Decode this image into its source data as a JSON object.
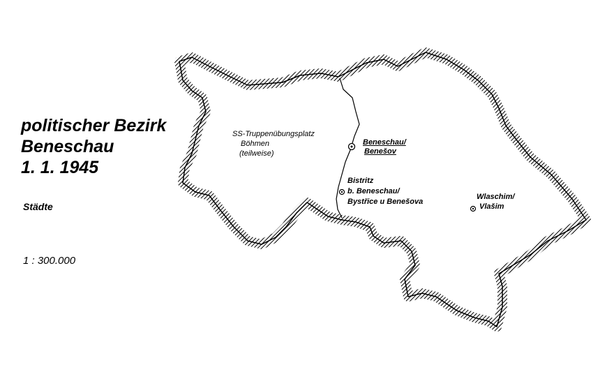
{
  "title": {
    "line1": "politischer Bezirk",
    "line2": "Beneschau",
    "line3": "1. 1. 1945"
  },
  "legend": {
    "label": "Städte"
  },
  "scale": "1 : 300.000",
  "areas": {
    "ss_training": {
      "line1": "SS-Truppenübungsplatz",
      "line2": "Böhmen",
      "line3": "(teilweise)"
    }
  },
  "cities": {
    "beneschau": {
      "line1": "Beneschau/",
      "line2": "Benešov",
      "is_seat": true
    },
    "bistritz": {
      "line1": "Bistritz",
      "line2": "b. Beneschau/",
      "line3": "Bystřice u Benešova"
    },
    "wlaschim": {
      "line1": "Wlaschim/",
      "line2": "Vlašim"
    }
  },
  "colors": {
    "boundary": "#000000",
    "background": "#ffffff"
  },
  "icons": {
    "city_marker": "circle-with-dot"
  }
}
